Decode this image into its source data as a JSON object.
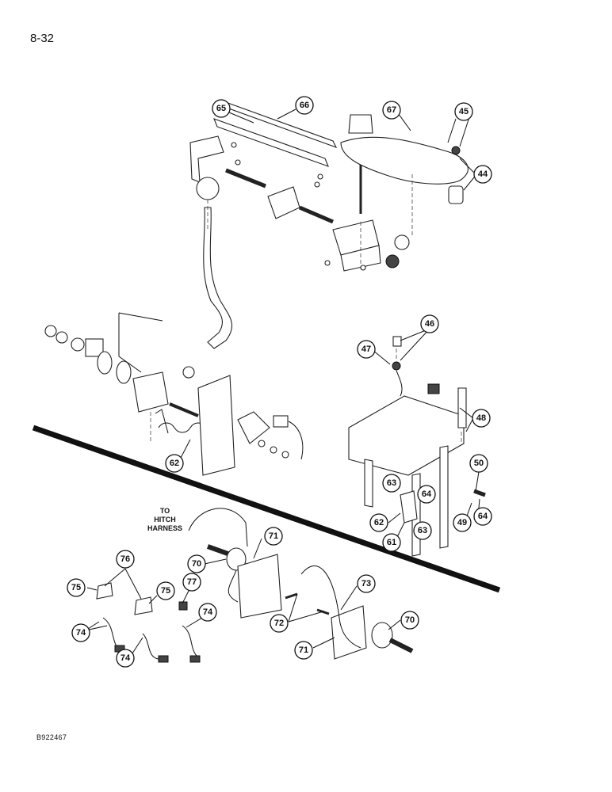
{
  "page": {
    "number": "8-32",
    "figure_code": "B922467"
  },
  "note": {
    "line1": "TO",
    "line2": "HITCH",
    "line3": "HARNESS"
  },
  "callouts": {
    "c65": "65",
    "c66": "66",
    "c67": "67",
    "c45": "45",
    "c44": "44",
    "c46": "46",
    "c47": "47",
    "c48": "48",
    "c62a": "62",
    "c50": "50",
    "c63a": "63",
    "c64a": "64",
    "c62b": "62",
    "c61": "61",
    "c63b": "63",
    "c49": "49",
    "c64b": "64",
    "c71a": "71",
    "c70a": "70",
    "c76": "76",
    "c75a": "75",
    "c77": "77",
    "c75b": "75",
    "c74a": "74",
    "c74b": "74",
    "c74c": "74",
    "c72": "72",
    "c73": "73",
    "c71b": "71",
    "c70b": "70"
  }
}
